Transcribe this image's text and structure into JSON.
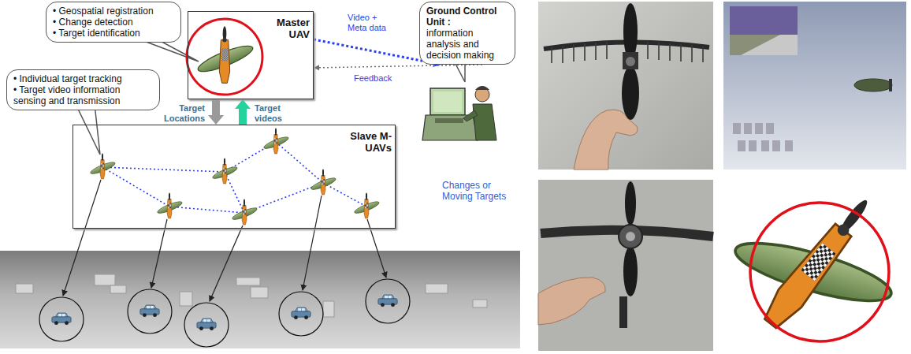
{
  "diagram": {
    "nodes": [
      {
        "text": [
          "• Geospatial registration",
          "• Change detection",
          "• Target identification"
        ]
      },
      {
        "text": [
          "Master UAV"
        ]
      },
      {
        "text": [
          "Ground Control Unit :",
          "information analysis and decision making"
        ]
      },
      {
        "text": [
          "• Individual target tracking",
          "• Target video information sensing and transmission"
        ]
      },
      {
        "text": [
          "Slave M-UAVs"
        ]
      }
    ],
    "edges": [
      {
        "from": 1,
        "to": 4,
        "label": "Target Locations",
        "arrow": "to"
      },
      {
        "from": 4,
        "to": 1,
        "label": "Target videos",
        "arrow": "to"
      },
      {
        "from": 1,
        "to": 2,
        "label": "Video + Meta data",
        "arrow": "to"
      },
      {
        "from": 2,
        "to": 1,
        "label": "Feedback",
        "arrow": "to"
      }
    ],
    "labels": [
      "Changes or Moving Targets"
    ]
  }
}
